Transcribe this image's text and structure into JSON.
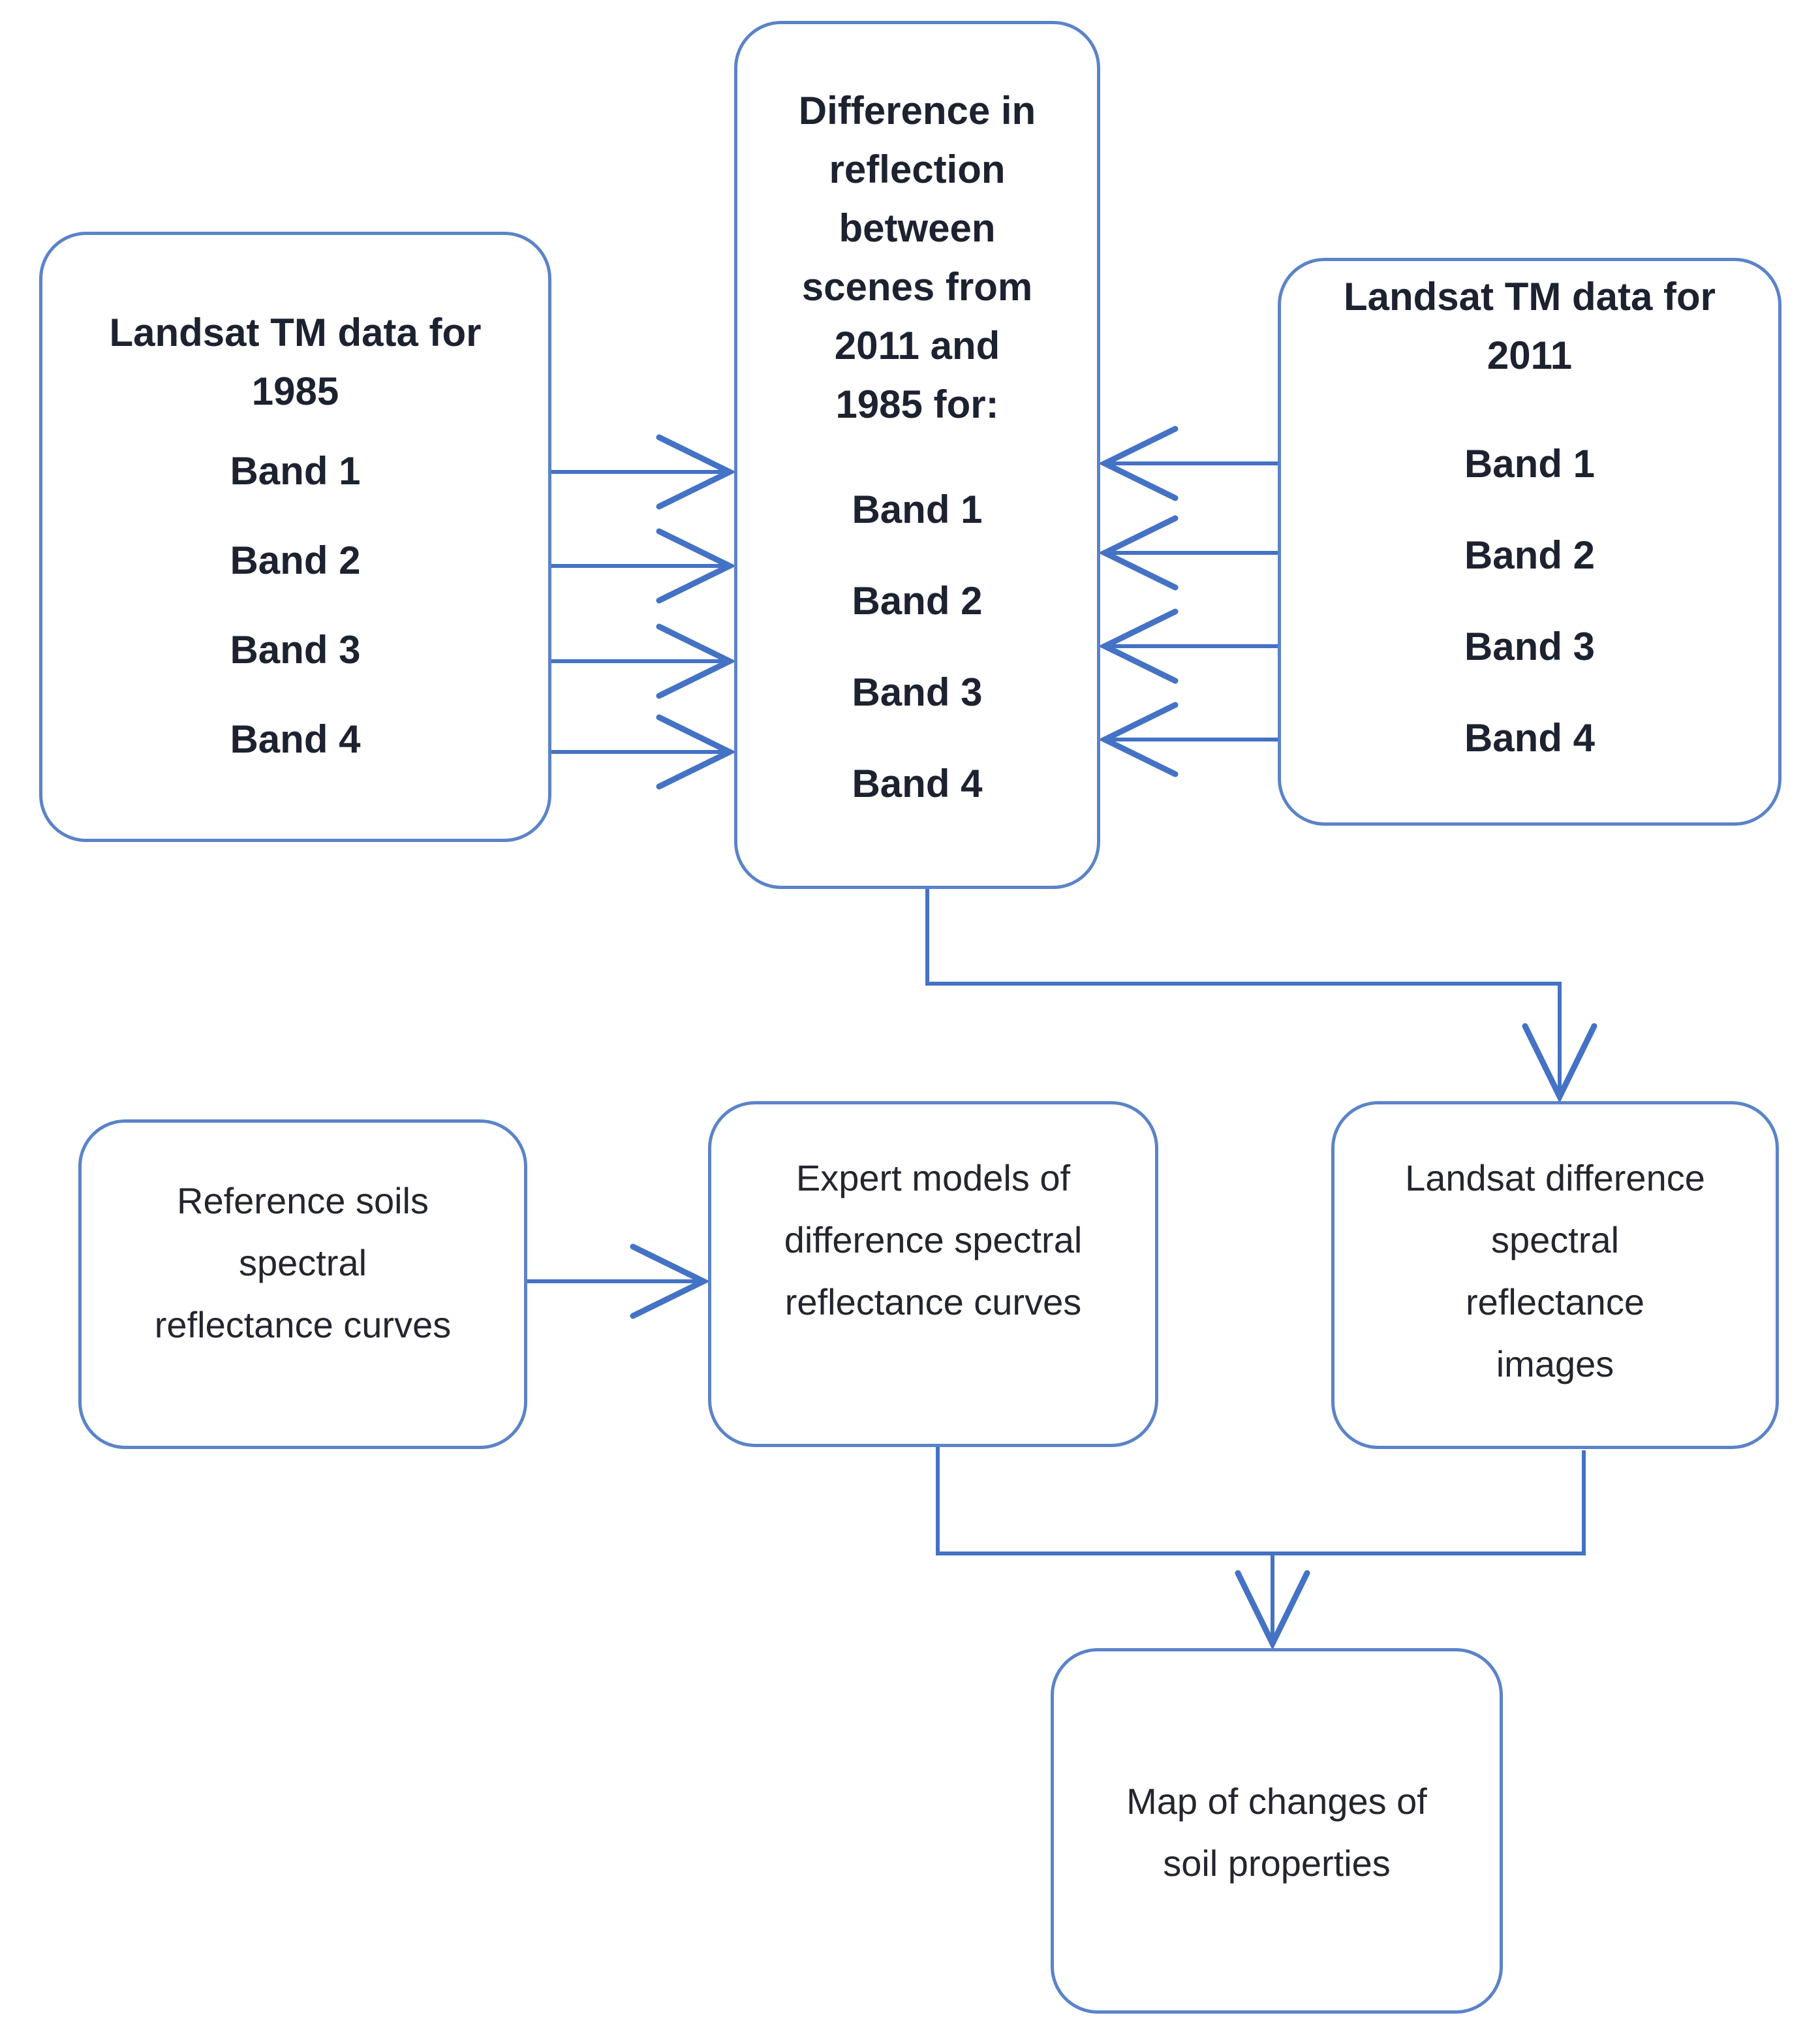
{
  "diagram": {
    "type": "flowchart",
    "colors": {
      "box_border": "#5b83c8",
      "connector": "#4472c4",
      "text_dark": "#20242e",
      "background": "#ffffff"
    },
    "boxes": {
      "landsat_1985": {
        "title_lines": [
          "Landsat TM data for",
          "1985"
        ],
        "items": [
          "Band 1",
          "Band 2",
          "Band 3",
          "Band 4"
        ]
      },
      "difference": {
        "title_lines": [
          "Difference in",
          "reflection",
          "between",
          "scenes from",
          "2011 and",
          "1985 for:"
        ],
        "items": [
          "Band 1",
          "Band 2",
          "Band 3",
          "Band 4"
        ]
      },
      "landsat_2011": {
        "title_lines": [
          "Landsat TM data for",
          "2011"
        ],
        "items": [
          "Band 1",
          "Band 2",
          "Band 3",
          "Band 4"
        ]
      },
      "reference_soils": {
        "lines": [
          "Reference soils",
          "spectral",
          "reflectance curves"
        ]
      },
      "expert_models": {
        "lines": [
          "Expert models of",
          "difference spectral",
          "reflectance curves"
        ]
      },
      "landsat_diff_images": {
        "lines": [
          "Landsat difference",
          "spectral",
          "reflectance",
          "images"
        ]
      },
      "map_changes": {
        "lines": [
          "Map of changes of",
          "soil properties"
        ]
      }
    }
  }
}
